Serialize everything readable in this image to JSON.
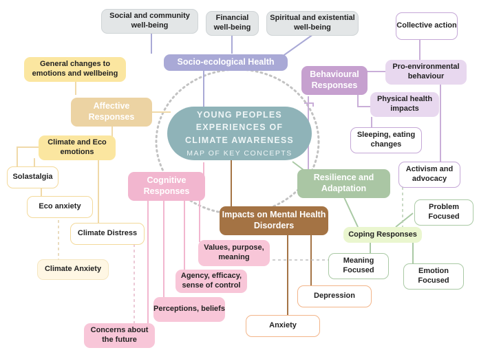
{
  "center": {
    "title_lines": [
      "YOUNG PEOPLES",
      "EXPERIENCES OF",
      "CLIMATE AWARENESS"
    ],
    "subtitle": "MAP OF KEY CONCEPTS"
  },
  "nodes": {
    "socio_ecological": "Socio-ecological Health",
    "social_community": "Social and community well-being",
    "financial": "Financial well-being",
    "spiritual": "Spiritual and existential well-being",
    "affective": "Affective Responses",
    "general_changes": "General changes to emotions and wellbeing",
    "climate_eco_emotions": "Climate and Eco emotions",
    "solastalgia": "Solastalgia",
    "eco_anxiety": "Eco anxiety",
    "climate_distress": "Climate Distress",
    "climate_anxiety": "Climate Anxiety",
    "behavioural": "Behavioural Responses",
    "collective_action": "Collective action",
    "pro_environmental": "Pro-environmental behaviour",
    "physical_health": "Physical health impacts",
    "sleeping_eating": "Sleeping, eating changes",
    "activism": "Activism and advocacy",
    "resilience": "Resilience and Adaptation",
    "coping": "Coping Responses",
    "problem_focused": "Problem Focused",
    "meaning_focused": "Meaning Focused",
    "emotion_focused": "Emotion Focused",
    "cognitive": "Cognitive Responses",
    "values": "Values, purpose, meaning",
    "agency": "Agency, efficacy, sense of control",
    "perceptions": "Perceptions, beliefs",
    "concerns": "Concerns about the future",
    "mental_health": "Impacts on Mental Health Disorders",
    "depression": "Depression",
    "anxiety": "Anxiety"
  },
  "colors": {
    "center": "#8fb3b8",
    "socio": "#a9a9d6",
    "behavioural": "#c6a0cf",
    "affective": "#ecd3a3",
    "cognitive": "#f2b6cf",
    "mental_health": "#a47344",
    "resilience": "#aac6a4",
    "grey": "#e3e6e7"
  }
}
